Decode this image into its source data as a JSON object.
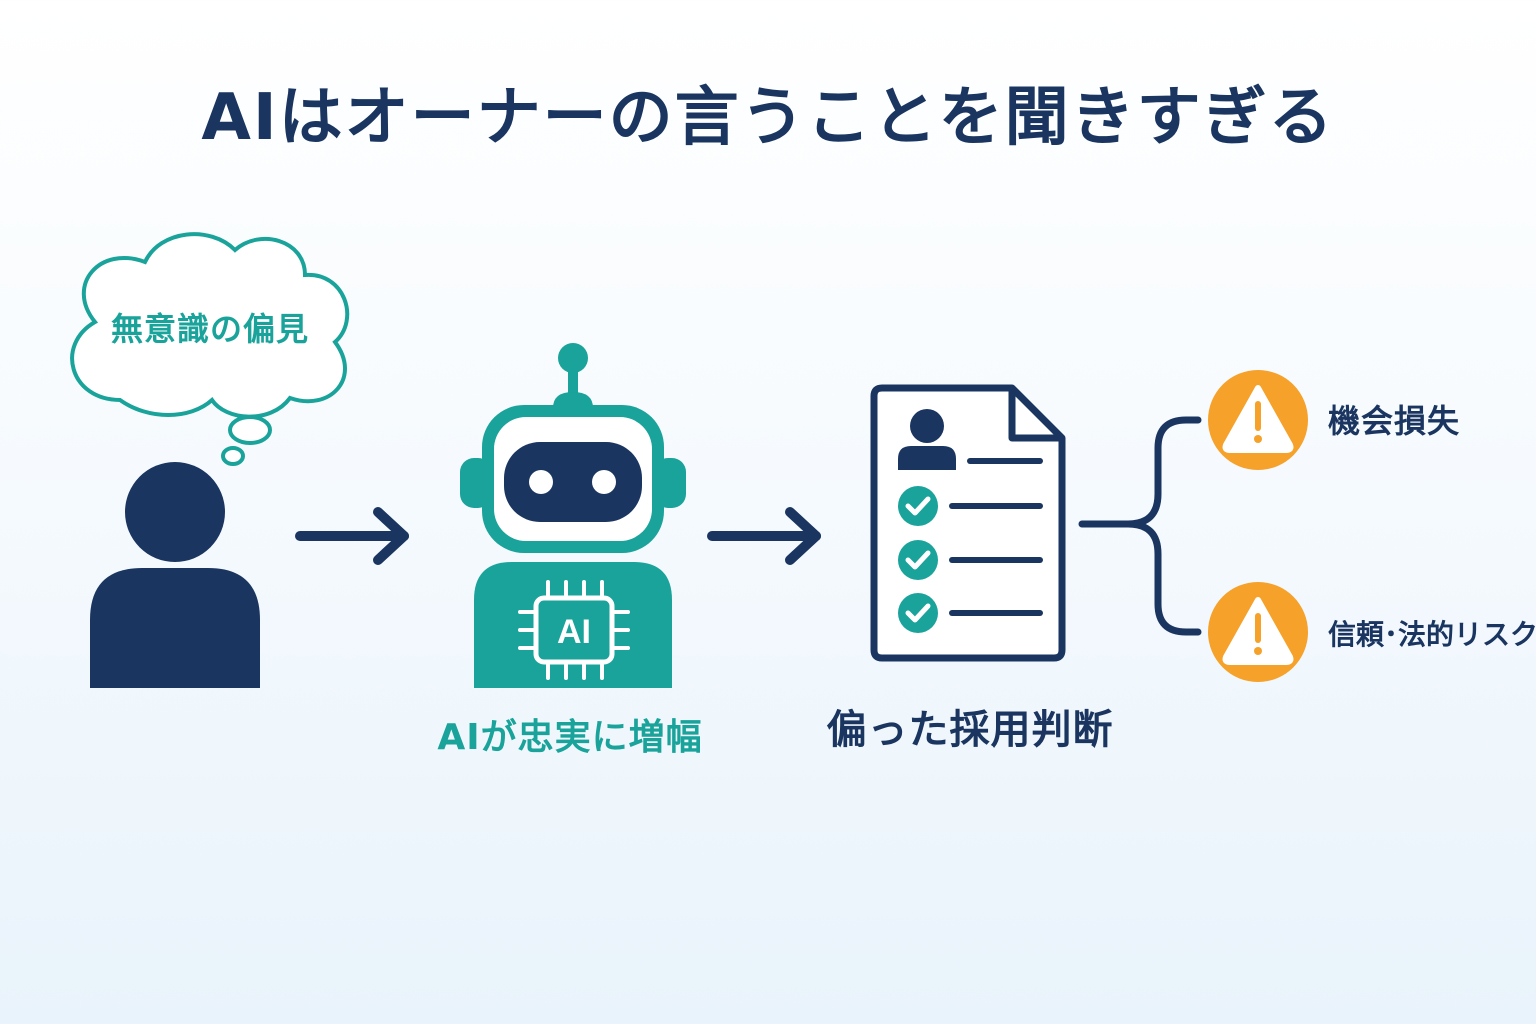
{
  "title": "AIはオーナーの言うことを聞きすぎる",
  "nodes": {
    "owner_thought": "無意識の偏見",
    "ai": {
      "chip_text": "AI",
      "caption": "AIが忠実に増幅"
    },
    "decision": "偏った採用判断",
    "risks": [
      {
        "label": "機会損失",
        "icon": "warning-icon"
      },
      {
        "label": "信頼･法的リスク",
        "icon": "warning-icon"
      }
    ]
  },
  "colors": {
    "navy": "#1a3560",
    "teal": "#19a39a",
    "orange": "#f5a12a",
    "white": "#ffffff"
  }
}
